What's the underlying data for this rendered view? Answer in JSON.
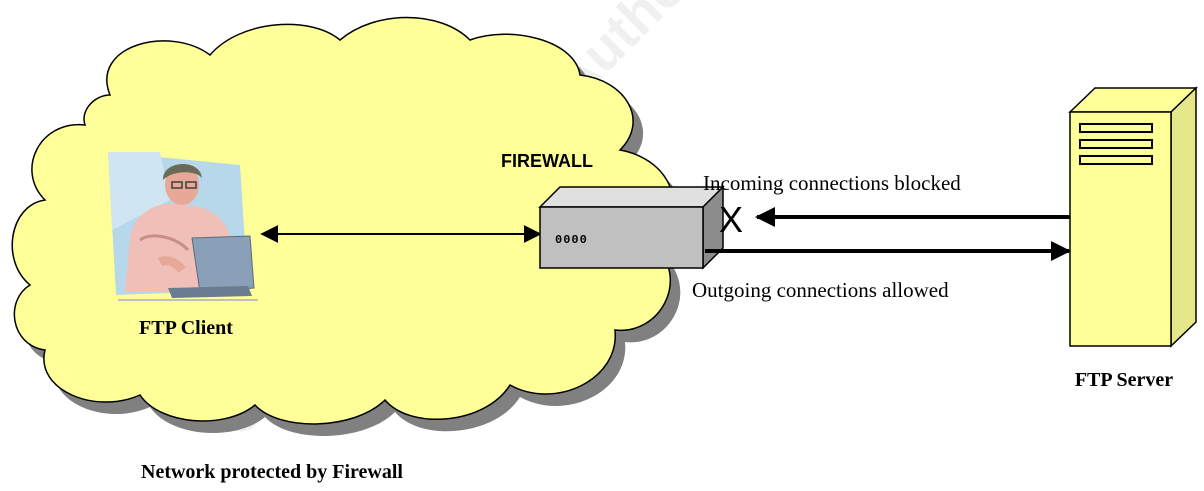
{
  "diagram": {
    "client_label": "FTP Client",
    "firewall_label": "FIREWALL",
    "server_label": "FTP Server",
    "network_caption": "Network protected by Firewall",
    "incoming_label": "Incoming connections blocked",
    "outgoing_label": "Outgoing connections allowed",
    "blocked_marker": "X",
    "firewall_panel_lights": "0000",
    "watermark": "© SANS Institute, Author retains full rights."
  },
  "colors": {
    "cloud_fill": "#ffff99",
    "cloud_shadow": "#808080",
    "firewall_box": "#c0c0c0",
    "server_fill": "#ffff99"
  }
}
